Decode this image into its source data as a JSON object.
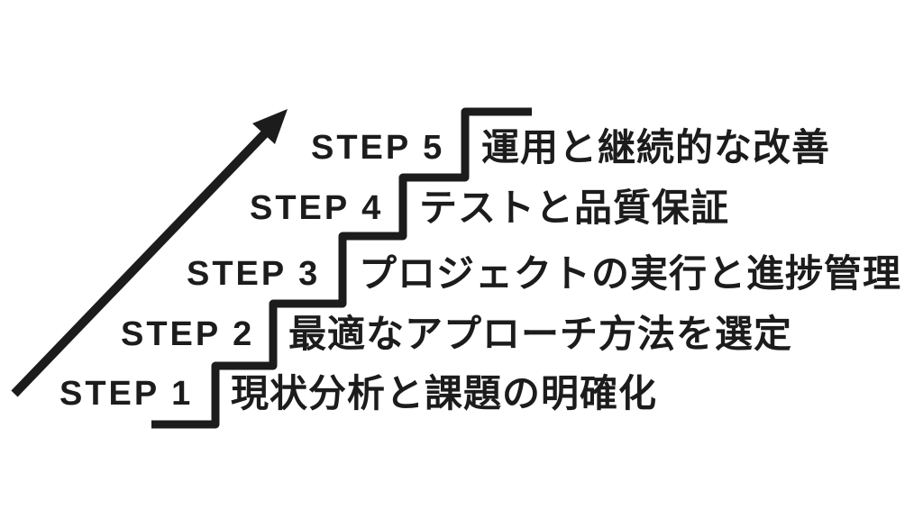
{
  "colors": {
    "ink": "#1c1c1c",
    "background": "#ffffff"
  },
  "diagram": {
    "arrow_icon": "arrow-up-right-icon",
    "steps": [
      {
        "label": "STEP 1",
        "title": "現状分析と課題の明確化"
      },
      {
        "label": "STEP 2",
        "title": "最適なアプローチ方法を選定"
      },
      {
        "label": "STEP 3",
        "title": "プロジェクトの実行と進捗管理"
      },
      {
        "label": "STEP 4",
        "title": "テストと品質保証"
      },
      {
        "label": "STEP 5",
        "title": "運用と継続的な改善"
      }
    ]
  }
}
